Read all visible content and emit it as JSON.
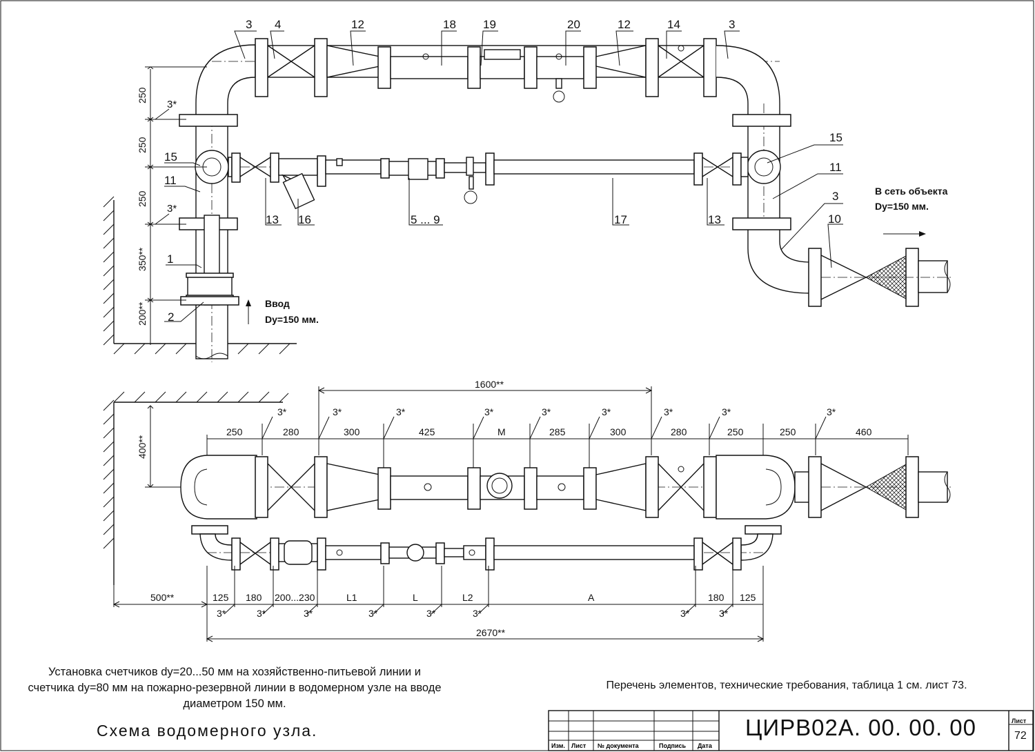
{
  "callouts_top": [
    "3",
    "4",
    "12",
    "18",
    "19",
    "20",
    "12",
    "14",
    "3"
  ],
  "callouts_side": [
    "15",
    "11",
    "1",
    "2",
    "13",
    "16",
    "5 ... 9",
    "17",
    "13",
    "15",
    "11",
    "3",
    "10"
  ],
  "star_mark": "3*",
  "inlet_label": "Ввод",
  "inlet_dn": "Dy=150 мм.",
  "outlet_label": "В сеть объекта",
  "outlet_dn": "Dy=150 мм.",
  "vert_dims_top": [
    "250",
    "250",
    "250",
    "350**",
    "200**"
  ],
  "vert_dim_bottom": "400**",
  "overall_top_dim": "1600**",
  "row_dims_top": [
    "250",
    "280",
    "300",
    "425",
    "M",
    "285",
    "300",
    "280",
    "250",
    "250",
    "460"
  ],
  "row_dims_bottom": [
    "500**",
    "125",
    "180",
    "200...230",
    "L1",
    "L",
    "L2",
    "A",
    "180",
    "125"
  ],
  "overall_bottom_dim": "2670**",
  "note_left": "Установка счетчиков dy=20...50 мм на хозяйственно-питьевой линии и счетчика dy=80 мм на пожарно-резервной линии в водомерном узле на вводе диаметром 150 мм.",
  "note_right": "Перечень элементов, технические требования, таблица 1 см. лист 73.",
  "title": "Схема водомерного узла.",
  "doc_code": "ЦИРВ02А. 00. 00. 00",
  "title_block_headers": [
    "Изм.",
    "Лист",
    "№ документа",
    "Подпись",
    "Дата"
  ],
  "sheet_label": "Лист",
  "sheet_number": "72"
}
